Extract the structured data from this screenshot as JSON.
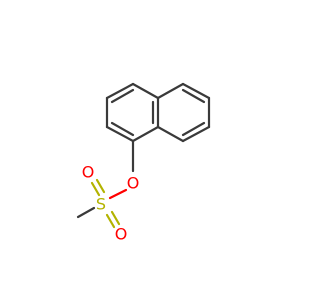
{
  "molecule": {
    "atoms": {
      "bridge_oxygen": "O",
      "sulfur": "S",
      "oxygen_top": "O",
      "oxygen_bottom": "O"
    },
    "colors": {
      "bond": "#3a3a3a",
      "oxygen": "#ff0000",
      "sulfur": "#b3b300",
      "background": "#ffffff"
    }
  }
}
